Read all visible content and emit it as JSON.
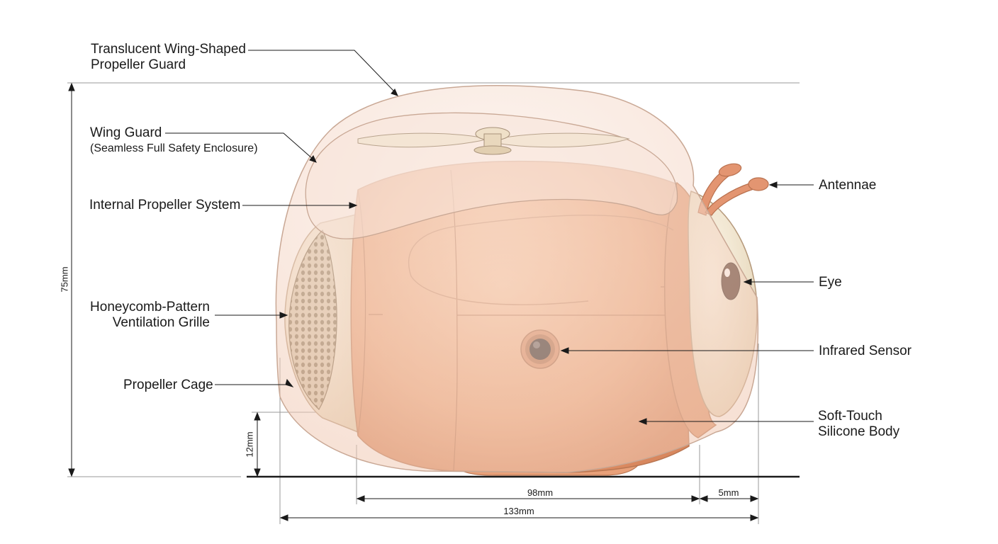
{
  "labels": {
    "wing_propeller_guard": {
      "line1": "Translucent Wing-Shaped",
      "line2": "Propeller Guard"
    },
    "wing_guard": {
      "line1": "Wing Guard",
      "line2": "(Seamless Full Safety Enclosure)"
    },
    "internal_propeller": "Internal Propeller System",
    "ventilation": {
      "line1": "Honeycomb-Pattern",
      "line2": "Ventilation Grille"
    },
    "propeller_cage": "Propeller Cage",
    "antennae": "Antennae",
    "eye": "Eye",
    "infrared": "Infrared Sensor",
    "body": {
      "line1": "Soft-Touch",
      "line2": "Silicone Body"
    }
  },
  "dimensions": {
    "height_total": "75mm",
    "ground_clearance": "12mm",
    "body_width": "98mm",
    "head_offset": "5mm",
    "total_width": "133mm"
  },
  "colors": {
    "body": "#ecaa80",
    "body_shadow": "#d9865c",
    "cream": "#f4ead6",
    "guard": "#f6d9c7",
    "line": "#1a1a1a"
  }
}
